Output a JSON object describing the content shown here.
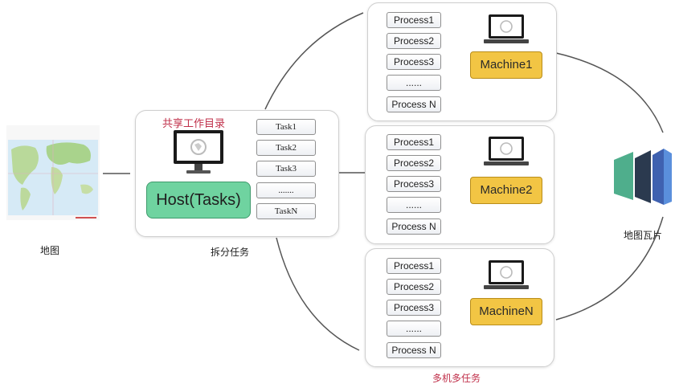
{
  "host": {
    "title": "共享工作目录",
    "button": "Host(Tasks)",
    "tasks": [
      "Task1",
      "Task2",
      "Task3",
      ".......",
      "TaskN"
    ],
    "caption": "拆分任务"
  },
  "source_caption": "地图",
  "output_caption": "地图瓦片",
  "machines_caption": "多机多任务",
  "machines": [
    {
      "name": "Machine1",
      "processes": [
        "Process1",
        "Process2",
        "Process3",
        "......",
        "Process N"
      ]
    },
    {
      "name": "Machine2",
      "processes": [
        "Process1",
        "Process2",
        "Process3",
        "......",
        "Process N"
      ]
    },
    {
      "name": "MachineN",
      "processes": [
        "Process1",
        "Process2",
        "Process3",
        "......",
        "Process N"
      ]
    }
  ],
  "colors": {
    "host_green": "#6fd3a0",
    "machine_gold": "#f2c544",
    "red_label": "#c0304a",
    "tile_green": "#4fae8c",
    "tile_dark": "#2b3a4f",
    "tile_blue": "#3f61b0",
    "tile_light_blue": "#5a8fdc"
  }
}
